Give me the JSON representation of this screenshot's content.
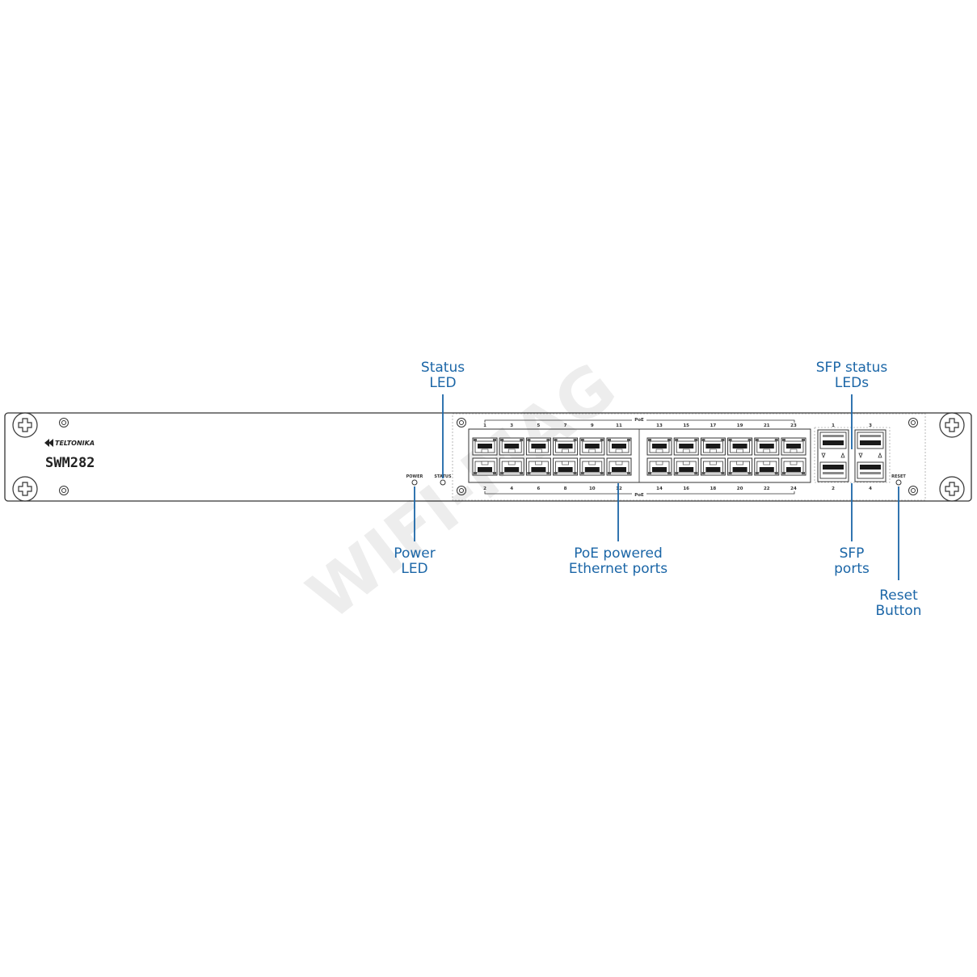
{
  "device": {
    "brand": "TELTONIKA",
    "model": "SWM282",
    "power_label": "POWER",
    "status_label": "STATUS",
    "reset_label": "RESET",
    "poe_label": "PoE",
    "top_ports": [
      "1",
      "3",
      "5",
      "7",
      "9",
      "11",
      "13",
      "15",
      "17",
      "19",
      "21",
      "23"
    ],
    "bottom_ports": [
      "2",
      "4",
      "6",
      "8",
      "10",
      "12",
      "14",
      "16",
      "18",
      "20",
      "22",
      "24"
    ],
    "sfp_top": [
      "1",
      "3"
    ],
    "sfp_bottom": [
      "2",
      "4"
    ]
  },
  "callouts": {
    "status_led": [
      "Status",
      "LED"
    ],
    "sfp_status_leds": [
      "SFP status",
      "LEDs"
    ],
    "power_led": [
      "Power",
      "LED"
    ],
    "poe_ports": [
      "PoE powered",
      "Ethernet ports"
    ],
    "sfp_ports": [
      "SFP",
      "ports"
    ],
    "reset_button": [
      "Reset",
      "Button"
    ]
  },
  "watermark": "WIFI-MAG",
  "colors": {
    "callout": "#1b66a7",
    "outline": "#333333"
  }
}
